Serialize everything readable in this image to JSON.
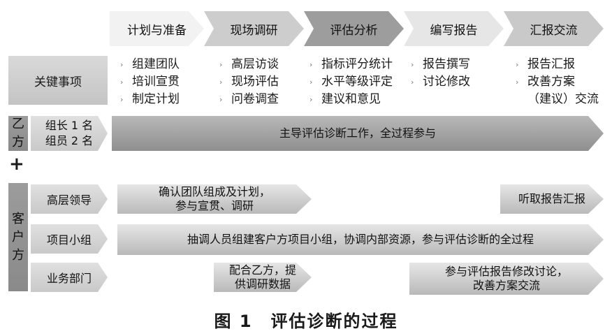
{
  "phases": [
    "计划与准备",
    "现场调研",
    "评估分析",
    "编写报告",
    "汇报交流"
  ],
  "phase_colors": [
    "#f2f2f2",
    "#cdcdcd",
    "#9d9d9d",
    "#e6e6e6",
    "#c9c9c9"
  ],
  "key_items_label": "关键事项",
  "key_items": [
    [
      "组建团队",
      "培训宣贯",
      "制定计划"
    ],
    [
      "高层访谈",
      "现场评估",
      "问卷调查"
    ],
    [
      "指标评分统计",
      "水平等级评定",
      "建议和意见"
    ],
    [
      "报告撰写",
      "讨论修改"
    ],
    [
      "报告汇报",
      "改善方案",
      "（建议）交流"
    ]
  ],
  "party_b": {
    "label": [
      "乙",
      "方"
    ],
    "members": [
      "组长 1 名",
      "组员 2 名"
    ],
    "bar": "主导评估诊断工作，全过程参与"
  },
  "plus": "+",
  "client": {
    "label": [
      "客",
      "户",
      "方"
    ],
    "rows": [
      {
        "role": "高层领导",
        "bars": [
          "确认团队组成及计划，\n参与宣贯、调研",
          "听取报告汇报"
        ]
      },
      {
        "role": "项目小组",
        "bars": [
          "抽调人员组建客户方项目小组，协调内部资源，参与评估诊断的全过程"
        ]
      },
      {
        "role": "业务部门",
        "bars": [
          "配合乙方，提\n供调研数据",
          "参与评估报告修改讨论，\n改善方案交流"
        ]
      }
    ]
  },
  "caption": "图 1　评估诊断的过程"
}
